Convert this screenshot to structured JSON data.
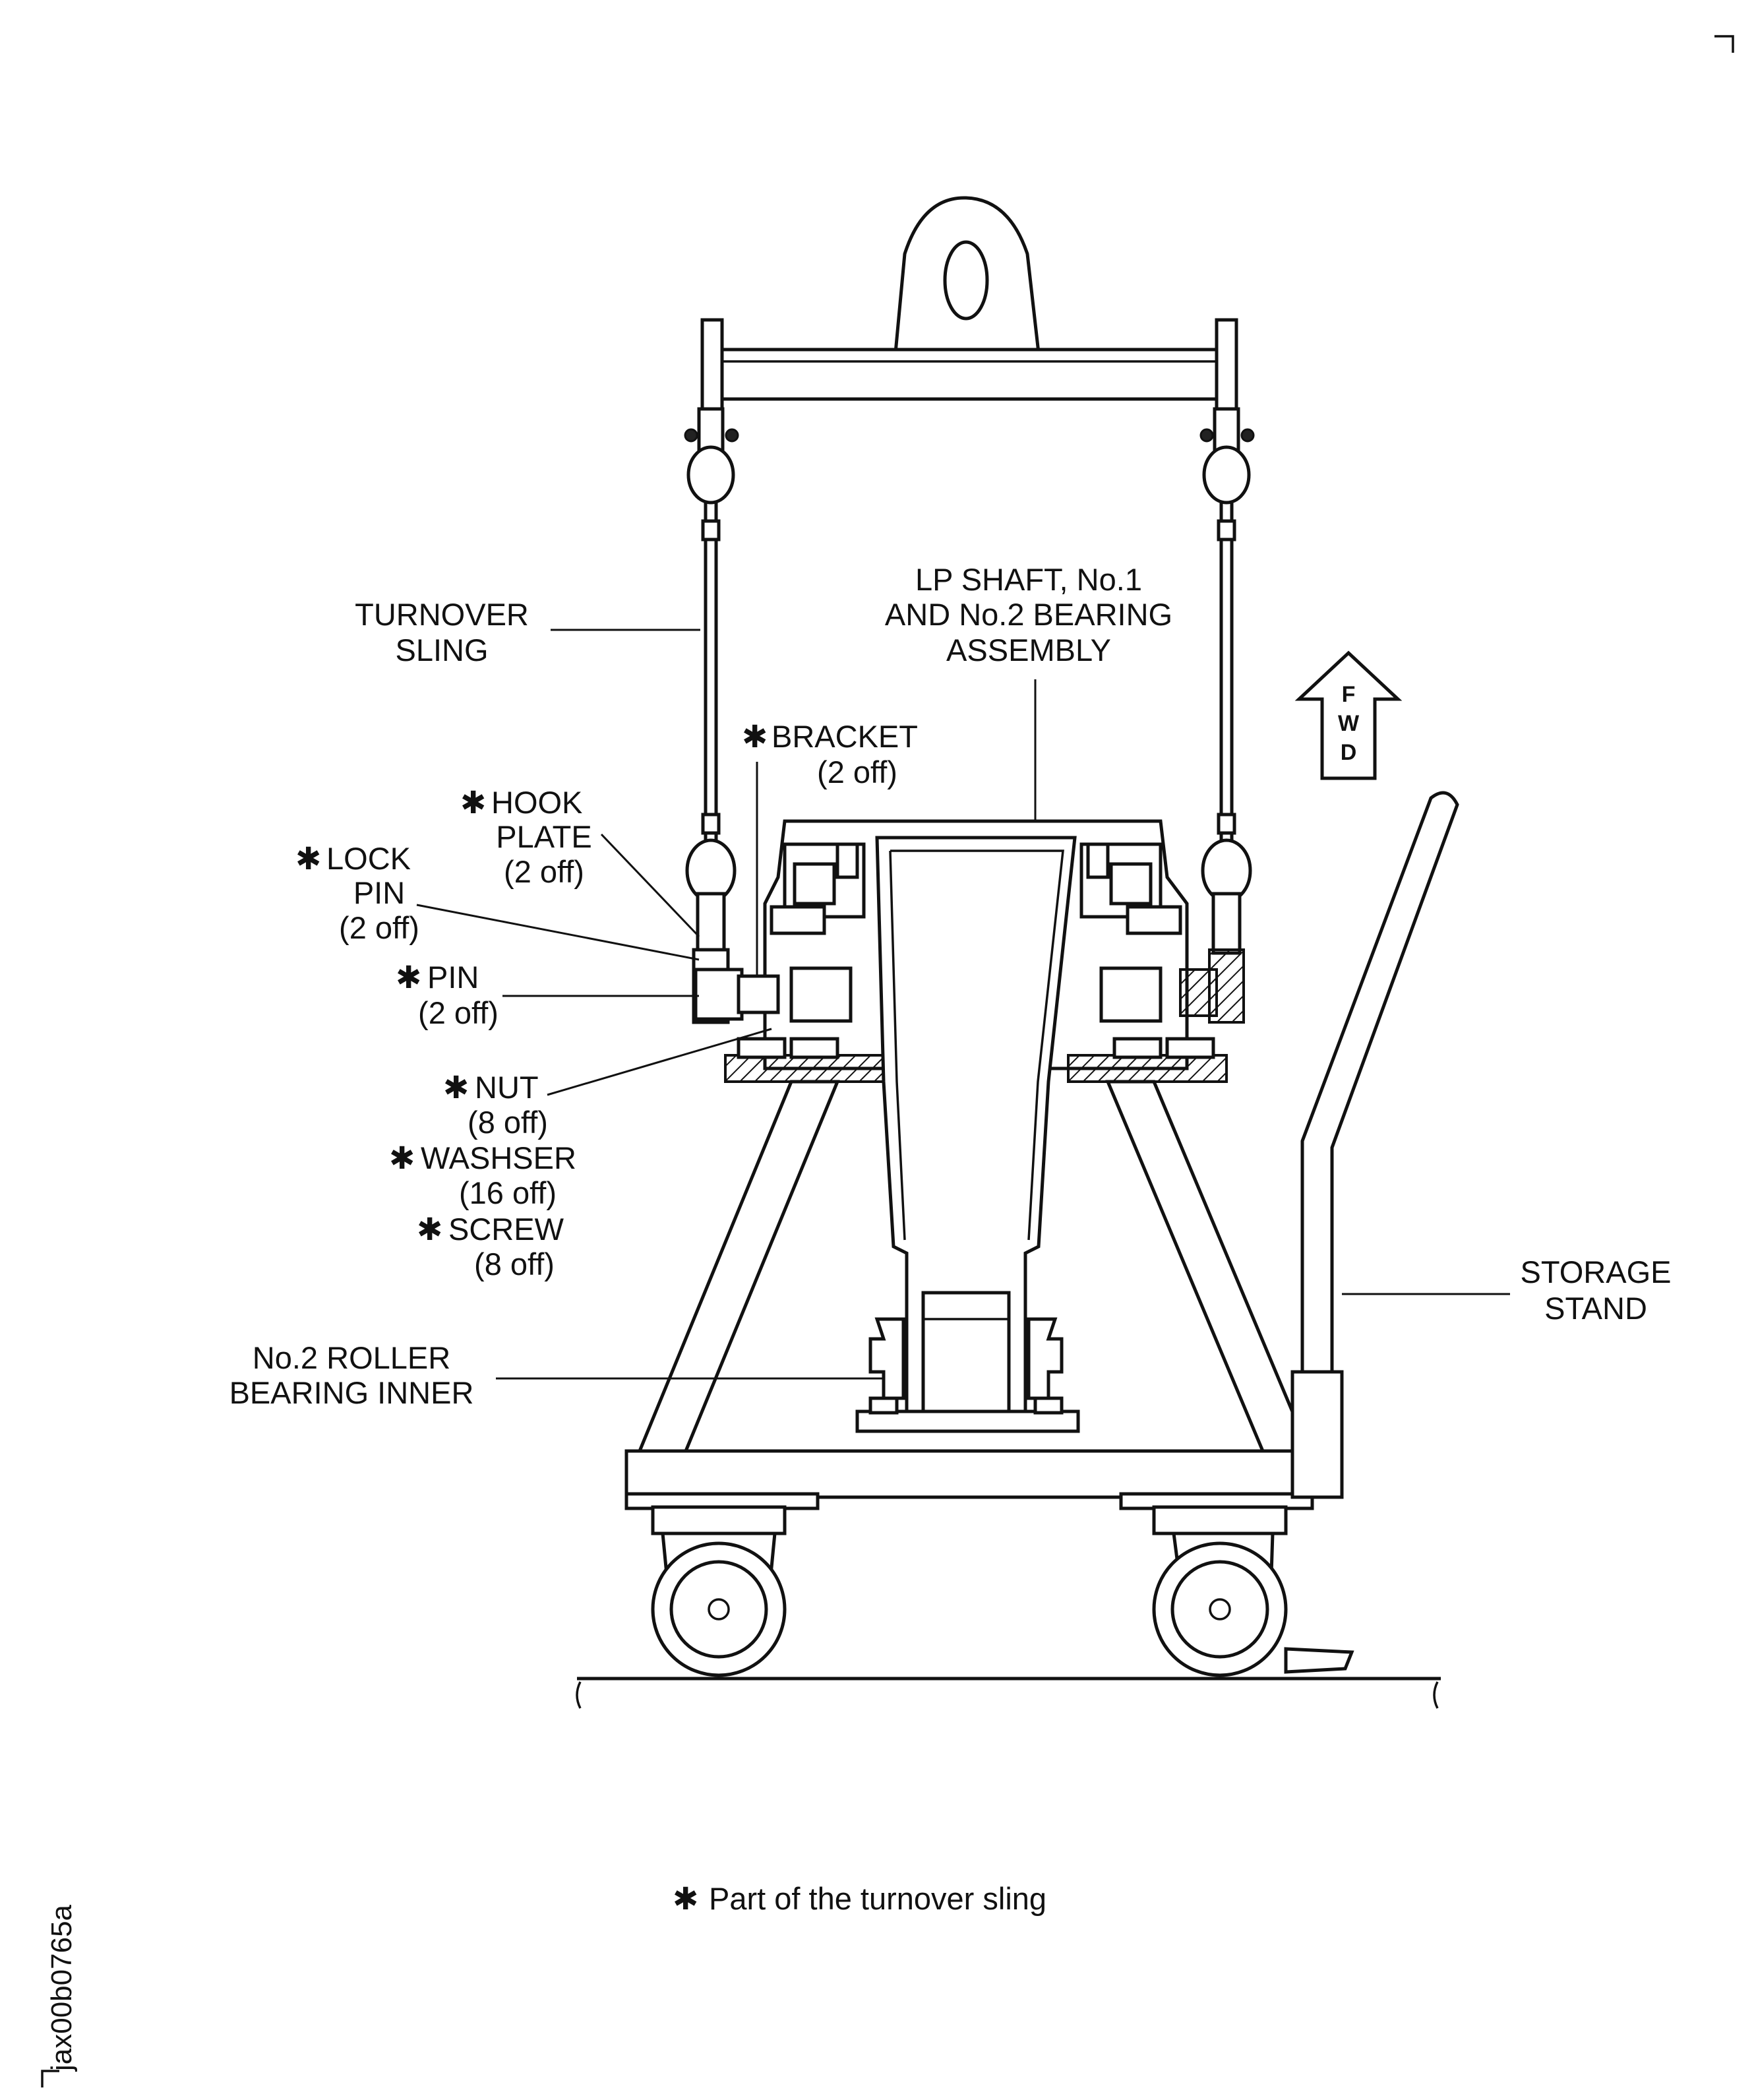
{
  "labels": {
    "turnover_sling": [
      "TURNOVER",
      "SLING"
    ],
    "lp_shaft": [
      "LP SHAFT, No.1",
      "AND No.2 BEARING",
      "ASSEMBLY"
    ],
    "bracket": [
      "BRACKET",
      "(2 off)"
    ],
    "hook_plate": [
      "HOOK",
      "PLATE",
      "(2 off)"
    ],
    "lock_pin": [
      "LOCK",
      "PIN",
      "(2 off)"
    ],
    "pin": [
      "PIN",
      "(2 off)"
    ],
    "nut": [
      "NUT",
      "(8 off)"
    ],
    "washer": [
      "WASHSER",
      "(16 off)"
    ],
    "screw": [
      "SCREW",
      "(8 off)"
    ],
    "roller_bearing": [
      "No.2 ROLLER",
      "BEARING INNER"
    ],
    "storage_stand": [
      "STORAGE",
      "STAND"
    ]
  },
  "fwd_arrow": [
    "F",
    "W",
    "D"
  ],
  "footnote": "Part of the turnover sling",
  "reference_code": "jax00b0765a",
  "icons": {
    "asterisk": "asterisk-icon",
    "arrow": "fwd-arrow-icon"
  },
  "colors": {
    "line": "#111111",
    "background": "#ffffff"
  }
}
